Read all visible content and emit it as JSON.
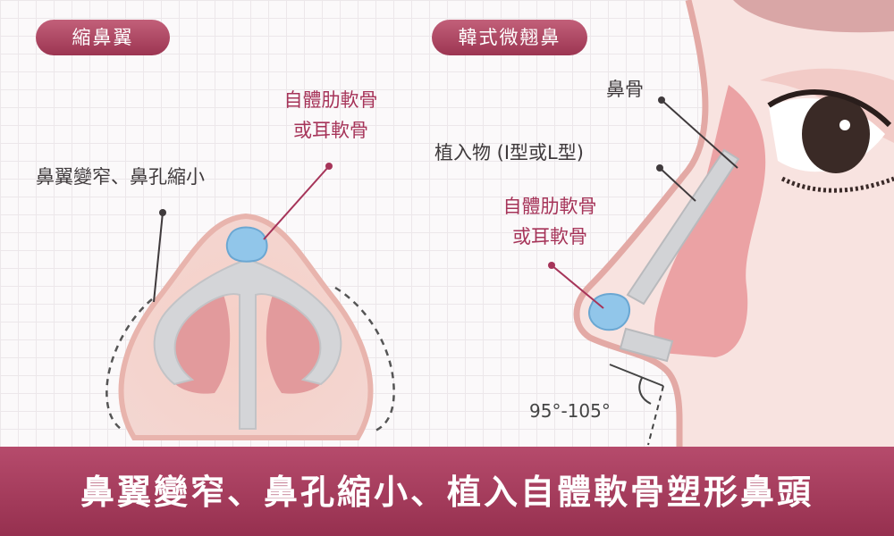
{
  "left_panel": {
    "tag": "縮鼻翼",
    "effect_label": "鼻翼變窄、鼻孔縮小",
    "graft_label_line1": "自體肋軟骨",
    "graft_label_line2": "或耳軟骨"
  },
  "right_panel": {
    "tag": "韓式微翹鼻",
    "nasal_bone_label": "鼻骨",
    "implant_label": "植入物 (I型或L型)",
    "graft_label_line1": "自體肋軟骨",
    "graft_label_line2": "或耳軟骨",
    "angle_label": "95°-105°"
  },
  "banner": {
    "text": "鼻翼變窄、鼻孔縮小、植入自體軟骨塑形鼻頭"
  },
  "colors": {
    "accent": "#a63459",
    "banner": "#a83e5f",
    "skin": "#f8e4e1",
    "tissue": "#e9a1a3",
    "cartilage": "#d2d3d6",
    "graft": "#8fc4e8"
  }
}
